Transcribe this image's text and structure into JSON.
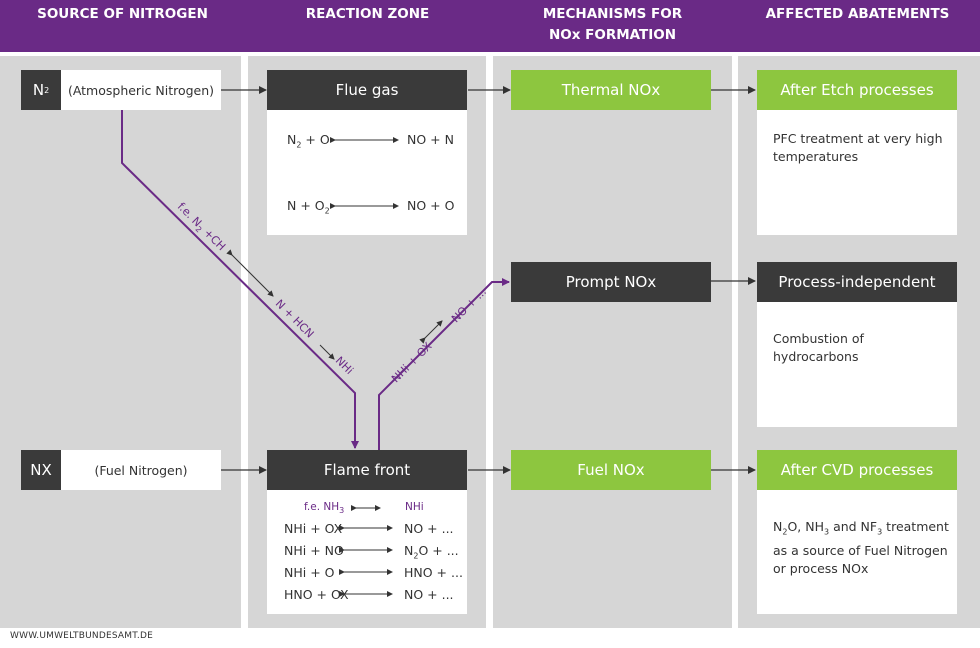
{
  "header": {
    "col1": "SOURCE OF NITROGEN",
    "col2": "REACTION ZONE",
    "col3_line1": "MECHANISMS FOR",
    "col3_line2": "NOx FORMATION",
    "col4": "AFFECTED ABATEMENTS"
  },
  "sources": {
    "n2_label": "N",
    "n2_sub": "2",
    "n2_text": "(Atmospheric Nitrogen)",
    "nx_label": "NX",
    "nx_text": "(Fuel Nitrogen)"
  },
  "reaction": {
    "flue_gas": "Flue gas",
    "flame_front": "Flame front"
  },
  "mechanisms": {
    "thermal": "Thermal NOx",
    "prompt": "Prompt NOx",
    "fuel": "Fuel NOx"
  },
  "abatements": {
    "after_etch": "After Etch processes",
    "after_etch_note": "PFC treatment at very high temperatures",
    "process_independent": "Process-independent",
    "process_independent_note": "Combustion of hydrocarbons",
    "after_cvd": "After CVD processes",
    "after_cvd_note_a": "N",
    "after_cvd_note_b": "O, NH",
    "after_cvd_note_c": " and NF",
    "after_cvd_note_d": " treatment as a source of Fuel Nitrogen or process NOx"
  },
  "paths": {
    "n2_path_label1": "f.e. N",
    "n2_path_label1b": " +CH",
    "n2_path_label2": "N + HCN",
    "n2_path_label3": "NHi",
    "nx_path_label1": "NHi + OX",
    "nx_path_label2": "NO + ..."
  },
  "flue_equations": [
    {
      "left": "N",
      "left_sub": "2",
      "left_rest": " + O",
      "right": "NO + N"
    },
    {
      "left": "N + O",
      "left_sub": "2",
      "left_rest": "",
      "right": "NO + O"
    }
  ],
  "flame_equations": {
    "head_left": "f.e. NH",
    "head_left_sub": "3",
    "head_right": "NHi",
    "rows": [
      {
        "left": "NHi + OX",
        "right": "NO + ...",
        "right_pre": "",
        "right_sub": ""
      },
      {
        "left": "NHi + NO",
        "right": "O + ...",
        "right_pre": "N",
        "right_sub": "2"
      },
      {
        "left": "NHi + O",
        "right": "HNO + ...",
        "right_pre": "",
        "right_sub": ""
      },
      {
        "left": "HNO + OX",
        "right": "NO + ...",
        "right_pre": "",
        "right_sub": ""
      }
    ]
  },
  "footer": "WWW.UMWELTBUNDESAMT.DE",
  "colors": {
    "purple": "#6a2a86",
    "green": "#8dc63f",
    "dark": "#3a3a3a",
    "lane": "#d6d6d6"
  }
}
